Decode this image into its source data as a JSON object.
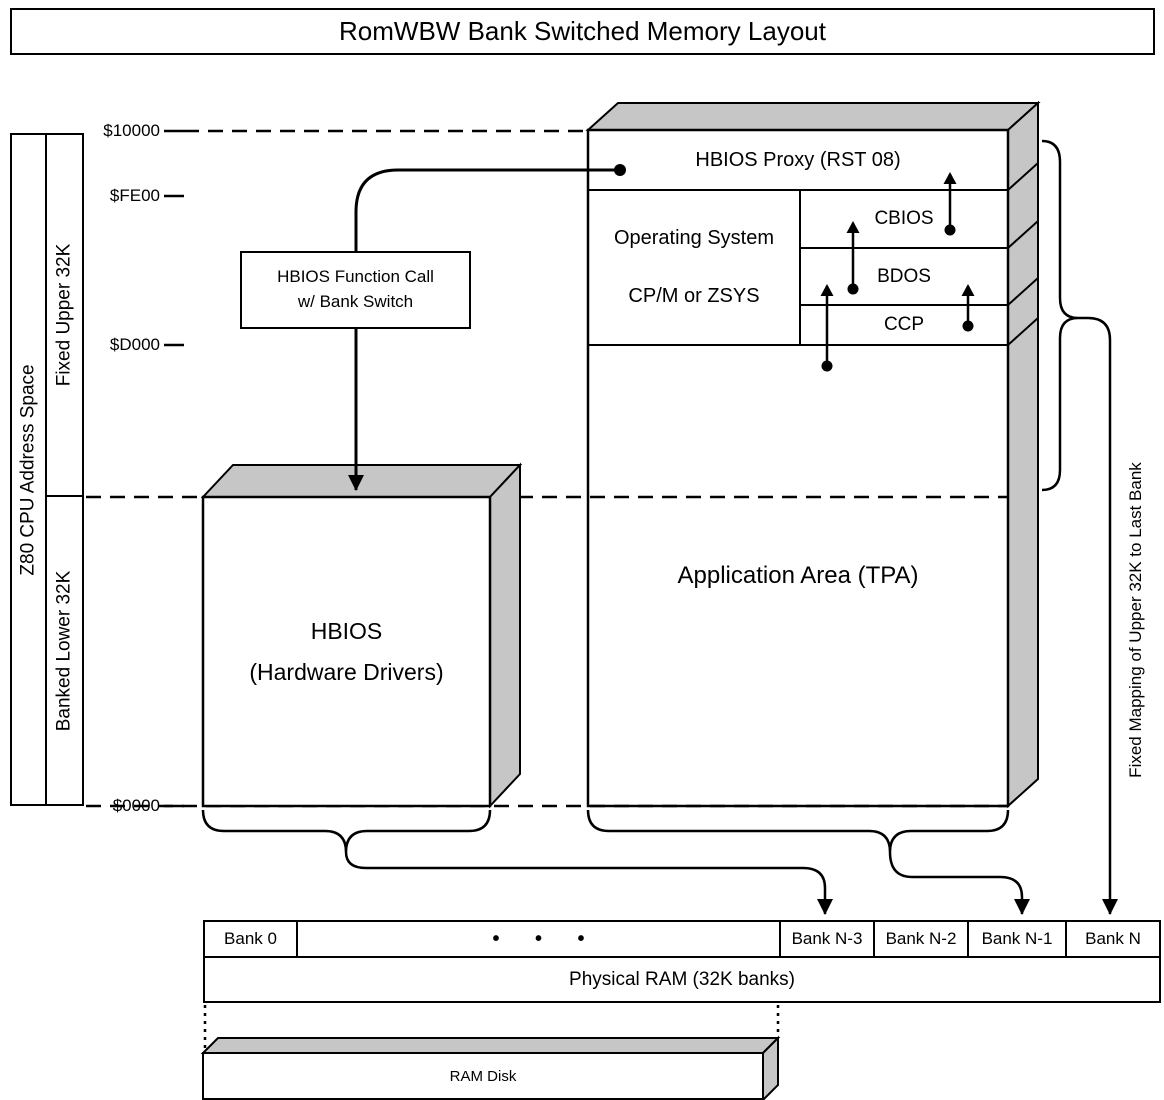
{
  "title": "RomWBW Bank Switched Memory Layout",
  "left_panel": {
    "address_space": "Z80 CPU Address Space",
    "fixed_upper": "Fixed Upper 32K",
    "banked_lower": "Banked Lower 32K"
  },
  "addresses": [
    "$10000",
    "$FE00",
    "$D000",
    "$0000"
  ],
  "callout": {
    "line1": "HBIOS Function Call",
    "line2": "w/ Bank Switch"
  },
  "hbios": {
    "line1": "HBIOS",
    "line2": "(Hardware Drivers)"
  },
  "memory_map": {
    "proxy": "HBIOS Proxy (RST 08)",
    "os_line1": "Operating System",
    "os_line2": "CP/M or ZSYS",
    "cbios": "CBIOS",
    "bdos": "BDOS",
    "ccp": "CCP",
    "tpa": "Application Area (TPA)"
  },
  "right_note": "Fixed Mapping of Upper 32K to Last Bank",
  "banks": [
    "Bank 0",
    "• • •",
    "Bank N-3",
    "Bank N-2",
    "Bank N-1",
    "Bank N"
  ],
  "physical_ram": "Physical RAM (32K banks)",
  "ram_disk": "RAM Disk",
  "colors": {
    "line": "#000000",
    "shade": "#c6c6c6",
    "background": "#ffffff"
  }
}
